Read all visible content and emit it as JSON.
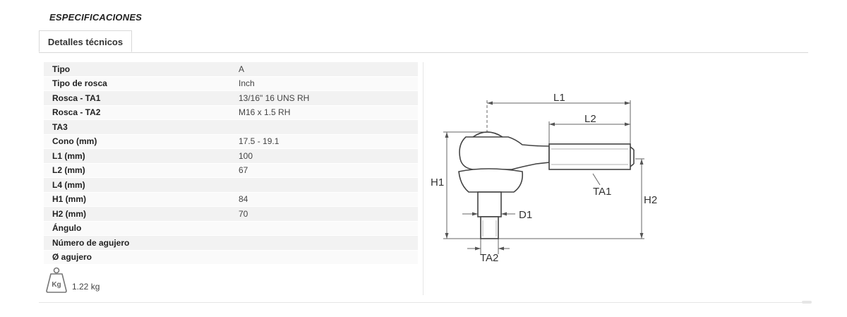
{
  "section_title": "ESPECIFICACIONES",
  "tab_label": "Detalles técnicos",
  "specs": [
    {
      "label": "Tipo",
      "value": "A"
    },
    {
      "label": "Tipo de rosca",
      "value": "Inch"
    },
    {
      "label": "Rosca - TA1",
      "value": "13/16\" 16 UNS RH"
    },
    {
      "label": "Rosca - TA2",
      "value": "M16 x 1.5 RH"
    },
    {
      "label": "TA3",
      "value": ""
    },
    {
      "label": "Cono (mm)",
      "value": "17.5 - 19.1"
    },
    {
      "label": "L1 (mm)",
      "value": "100"
    },
    {
      "label": "L2 (mm)",
      "value": "67"
    },
    {
      "label": "L4 (mm)",
      "value": ""
    },
    {
      "label": "H1 (mm)",
      "value": "84"
    },
    {
      "label": "H2 (mm)",
      "value": "70"
    },
    {
      "label": "Ángulo",
      "value": ""
    },
    {
      "label": "Número de agujero",
      "value": ""
    },
    {
      "label": "Ø agujero",
      "value": ""
    }
  ],
  "weight": {
    "icon_text": "Kg",
    "label": "1.22 kg"
  },
  "drawing_labels": {
    "l1": "L1",
    "l2": "L2",
    "h1": "H1",
    "h2": "H2",
    "ta1": "TA1",
    "ta2": "TA2",
    "d1": "D1"
  }
}
